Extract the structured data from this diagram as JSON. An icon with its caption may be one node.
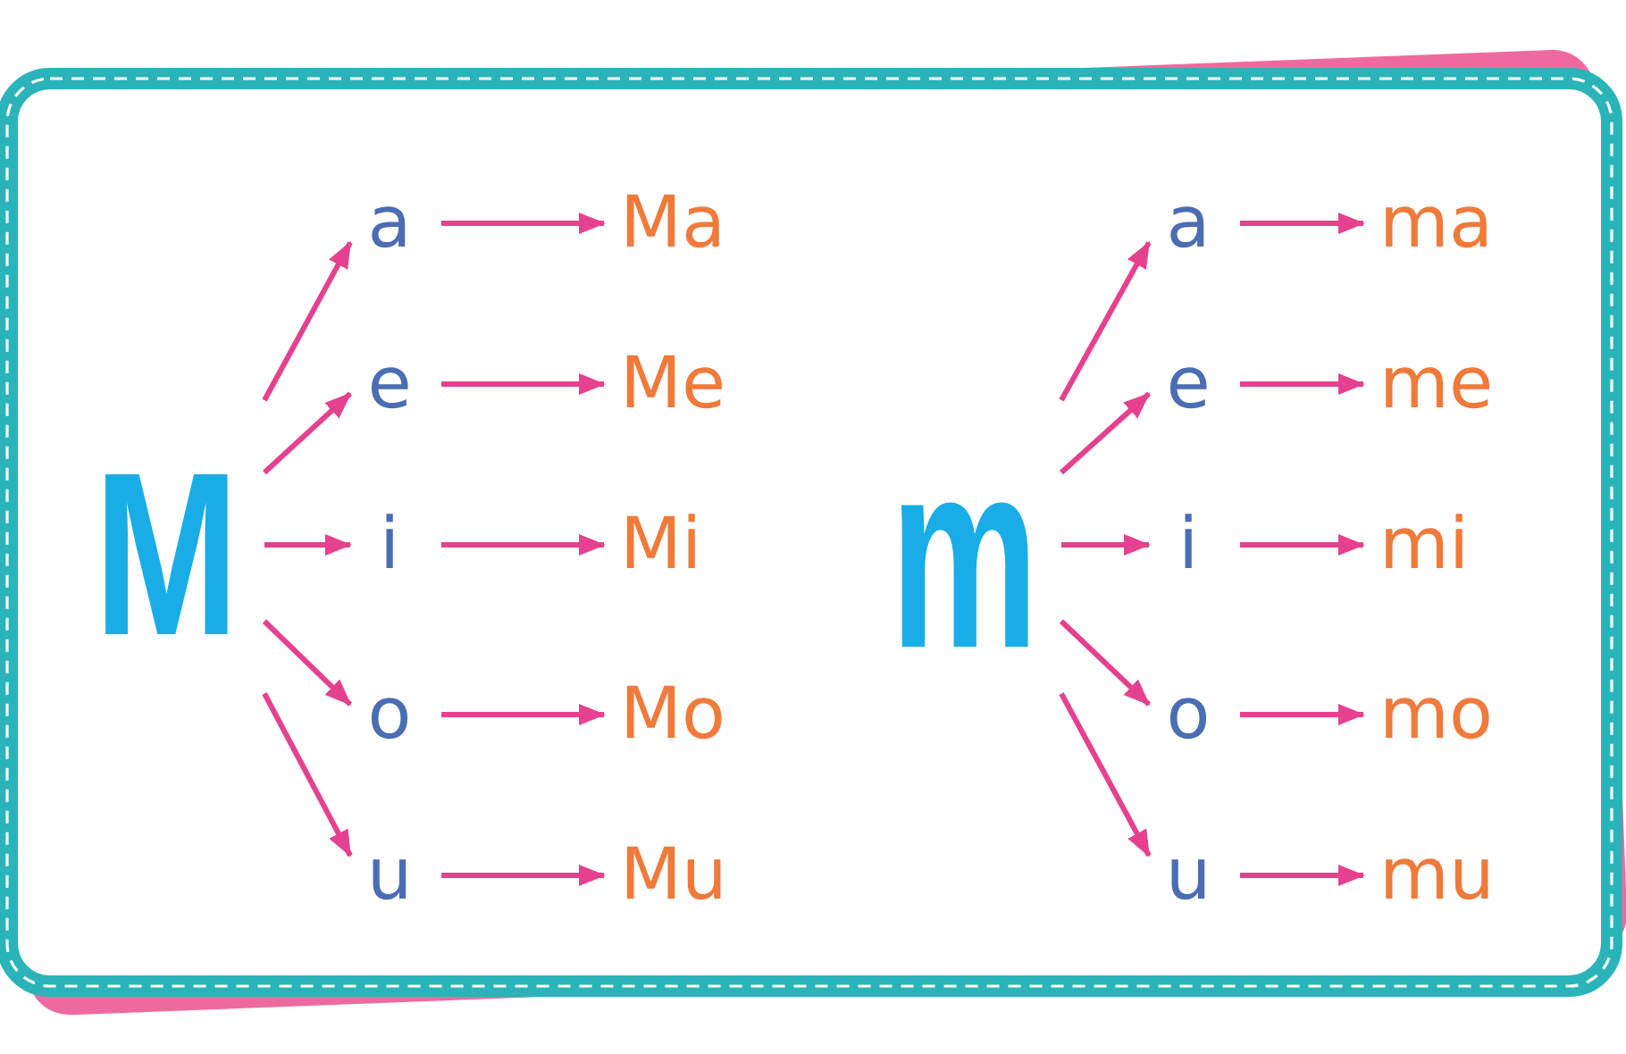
{
  "diagram": {
    "nodes": [
      {
        "text": [
          "M"
        ]
      },
      {
        "text": [
          "a"
        ]
      },
      {
        "text": [
          "e"
        ]
      },
      {
        "text": [
          "i"
        ]
      },
      {
        "text": [
          "o"
        ]
      },
      {
        "text": [
          "u"
        ]
      },
      {
        "text": [
          "Ma"
        ]
      },
      {
        "text": [
          "Me"
        ]
      },
      {
        "text": [
          "Mi"
        ]
      },
      {
        "text": [
          "Mo"
        ]
      },
      {
        "text": [
          "Mu"
        ]
      },
      {
        "text": [
          "m"
        ]
      },
      {
        "text": [
          "a"
        ]
      },
      {
        "text": [
          "e"
        ]
      },
      {
        "text": [
          "i"
        ]
      },
      {
        "text": [
          "o"
        ]
      },
      {
        "text": [
          "u"
        ]
      },
      {
        "text": [
          "ma"
        ]
      },
      {
        "text": [
          "me"
        ]
      },
      {
        "text": [
          "mi"
        ]
      },
      {
        "text": [
          "mo"
        ]
      },
      {
        "text": [
          "mu"
        ]
      }
    ],
    "edges": [
      {
        "from": 0,
        "to": 1,
        "arrow": "to"
      },
      {
        "from": 0,
        "to": 2,
        "arrow": "to"
      },
      {
        "from": 0,
        "to": 3,
        "arrow": "to"
      },
      {
        "from": 0,
        "to": 4,
        "arrow": "to"
      },
      {
        "from": 0,
        "to": 5,
        "arrow": "to"
      },
      {
        "from": 1,
        "to": 6,
        "arrow": "to"
      },
      {
        "from": 2,
        "to": 7,
        "arrow": "to"
      },
      {
        "from": 3,
        "to": 8,
        "arrow": "to"
      },
      {
        "from": 4,
        "to": 9,
        "arrow": "to"
      },
      {
        "from": 5,
        "to": 10,
        "arrow": "to"
      },
      {
        "from": 11,
        "to": 12,
        "arrow": "to"
      },
      {
        "from": 11,
        "to": 13,
        "arrow": "to"
      },
      {
        "from": 11,
        "to": 14,
        "arrow": "to"
      },
      {
        "from": 11,
        "to": 15,
        "arrow": "to"
      },
      {
        "from": 11,
        "to": 16,
        "arrow": "to"
      },
      {
        "from": 12,
        "to": 17,
        "arrow": "to"
      },
      {
        "from": 13,
        "to": 18,
        "arrow": "to"
      },
      {
        "from": 14,
        "to": 19,
        "arrow": "to"
      },
      {
        "from": 15,
        "to": 20,
        "arrow": "to"
      },
      {
        "from": 16,
        "to": 21,
        "arrow": "to"
      }
    ]
  }
}
